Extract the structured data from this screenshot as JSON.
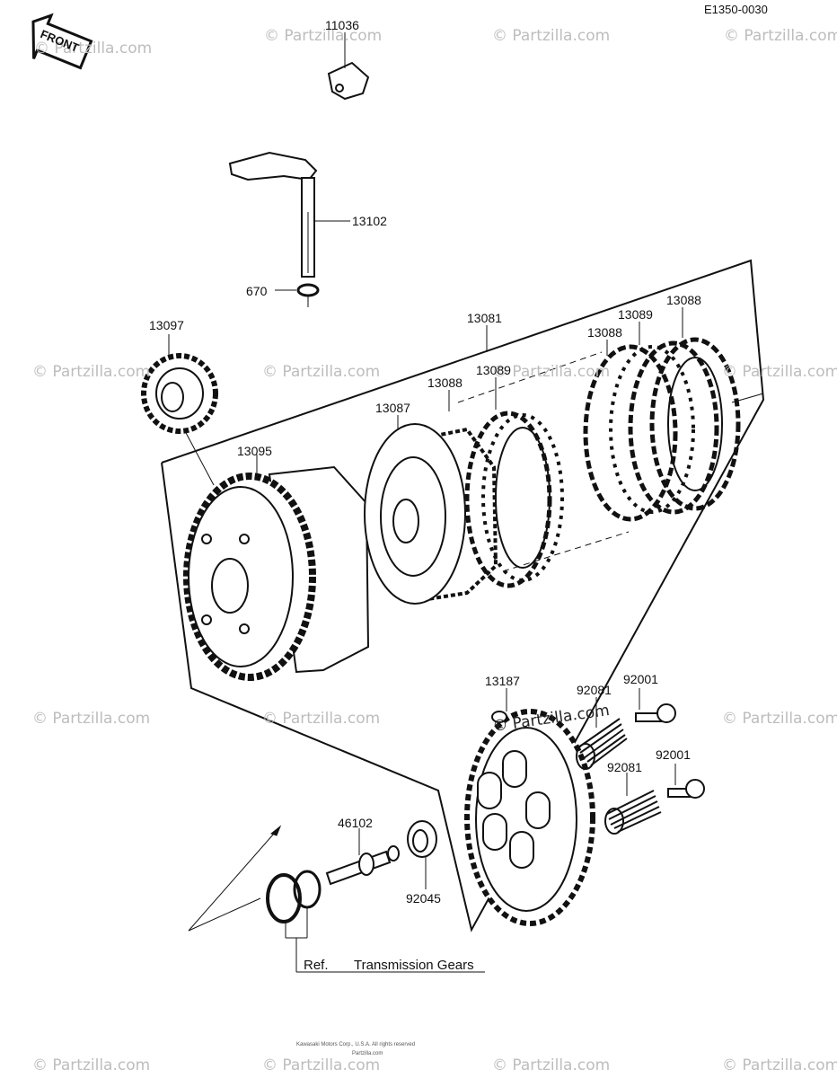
{
  "diagram_code": "E1350-0030",
  "front_badge": "FRONT",
  "watermark": "© Partzilla.com",
  "watermark_overlay": "© Partzilla.com",
  "parts": {
    "p11036": "11036",
    "p13102": "13102",
    "p670": "670",
    "p13097": "13097",
    "p13081": "13081",
    "p13089_a": "13089",
    "p13088_a": "13088",
    "p13088_b": "13088",
    "p13087": "13087",
    "p13088_c": "13088",
    "p13089_b": "13089",
    "p13095": "13095",
    "p13187": "13187",
    "p92081_a": "92081",
    "p92001_a": "92001",
    "p92081_b": "92081",
    "p92001_b": "92001",
    "p46102": "46102",
    "p92045": "92045"
  },
  "reference": {
    "ref_label": "Ref.",
    "ref_target": "Transmission Gears"
  },
  "footer": {
    "line1": "Kawasaki Motors Corp., U.S.A. All rights reserved",
    "line2": "Partzilla.com"
  }
}
